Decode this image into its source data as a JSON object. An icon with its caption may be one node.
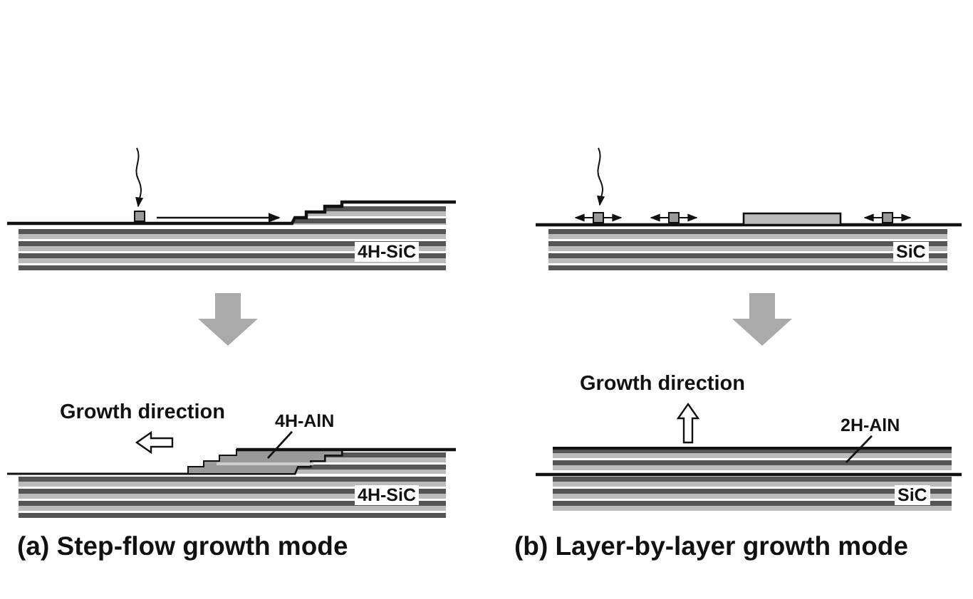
{
  "diagram": {
    "nodes": [
      {
        "text": [
          "4H-AlN"
        ]
      },
      {
        "text": [],
        "shape": "bar"
      },
      {
        "text": [
          "2H-AlN"
        ]
      },
      {
        "text": [],
        "shape": "bar"
      }
    ],
    "edges": [
      {
        "from": 0,
        "to": 1,
        "arrow": "none"
      },
      {
        "from": 2,
        "to": 3,
        "arrow": "none"
      }
    ],
    "labels": [
      "4H-SiC",
      "SiC",
      "Growth direction",
      "Growth direction",
      "4H-SiC",
      "SiC",
      "(a) Step-flow growth mode",
      "(b) Layer-by-layer growth mode"
    ]
  }
}
